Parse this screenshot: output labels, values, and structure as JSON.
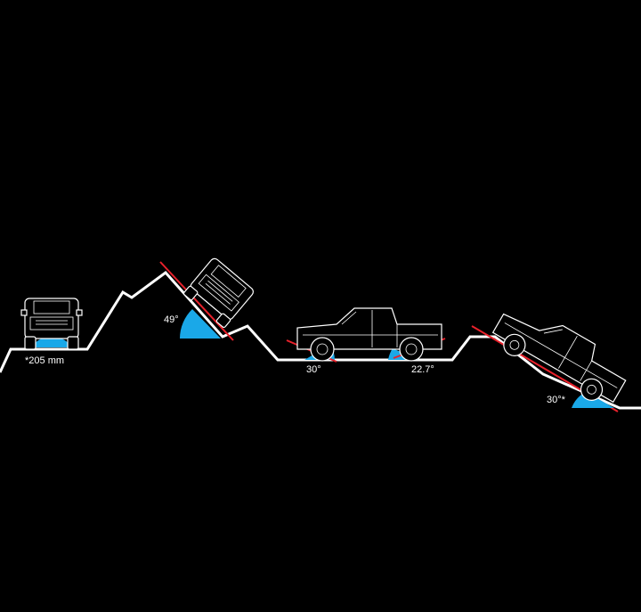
{
  "labels": {
    "ground_clearance": "*205 mm",
    "side_tilt": "49°",
    "approach": "30°",
    "ramp_over": "22.7°",
    "departure": "30°*"
  },
  "colors": {
    "background": "#000000",
    "terrain": "#ffffff",
    "angle_line": "#e8212b",
    "angle_fill": "#1aa8e8"
  }
}
